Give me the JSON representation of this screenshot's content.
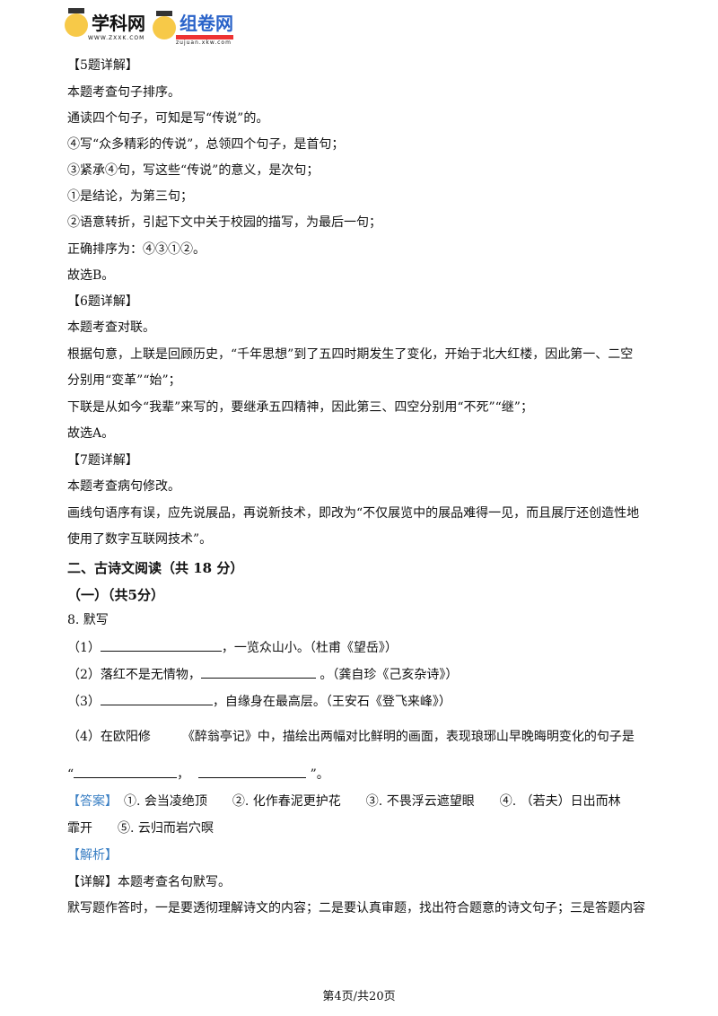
{
  "header": {
    "logo1": "学科网",
    "logo1_sub": "WWW.ZXXK.COM",
    "logo2": "组卷网",
    "logo2_sub": "zujuan.xkw.com"
  },
  "lines": [
    "【5题详解】",
    "本题考查句子排序。",
    "通读四个句子，可知是写“传说”的。",
    "④写“众多精彩的传说”，总领四个句子，是首句；",
    "③紧承④句，写这些“传说”的意义，是次句；",
    "①是结论，为第三句；",
    "②语意转折，引起下文中关于校园的描写，为最后一句；",
    "正确排序为：④③①②。",
    "故选B。",
    "【6题详解】",
    "本题考查对联。",
    "根据句意，上联是回顾历史，“千年思想”到了五四时期发生了变化，开始于北大红楼，因此第一、二空",
    "分别用“变革”“始”；",
    "下联是从如今“我辈”来写的，要继承五四精神，因此第三、四空分别用“不死”“继”；",
    "故选A。",
    "【7题详解】",
    "本题考查病句修改。",
    "画线句语序有误，应先说展品，再说新技术，即改为“不仅展览中的展品难得一见，而且展厅还创造性地",
    "使用了数字互联网技术”。"
  ],
  "section": {
    "title": "二、古诗文阅读（共 18 分）",
    "sub": "（一）（共5分）"
  },
  "q8": {
    "title": "8. 默写",
    "i1a": "（1）",
    "i1b": "，一览众山小。（杜甫《望岳》）",
    "i2a": "（2）落红不是无情物，",
    "i2b": " 。（龚自珍《己亥杂诗》）",
    "i3a": "（3）",
    "i3b": "，自缘身在最高层。（王安石《登飞来峰》）",
    "i4": "（4）在欧阳修　　　《醉翁亭记》中，描绘出两幅对比鲜明的画面，表现琅琊山早晚晦明变化的句子是",
    "i4q1": "“",
    "i4q2": "，",
    "i4q3": " ”。"
  },
  "answer": {
    "label": "【答案】",
    "line1": "　①. 会当凌绝顶　　②. 化作春泥更护花　　③. 不畏浮云遮望眼　　④. （若夫）日出而林",
    "line2": "霏开　　⑤. 云归而岩穴暝"
  },
  "analysis": {
    "label": "【解析】",
    "detail_label": "【详解】",
    "detail": "本题考查名句默写。",
    "text": "默写题作答时，一是要透彻理解诗文的内容；二是要认真审题，找出符合题意的诗文句子；三是答题内容"
  },
  "footer": "第4页/共20页"
}
